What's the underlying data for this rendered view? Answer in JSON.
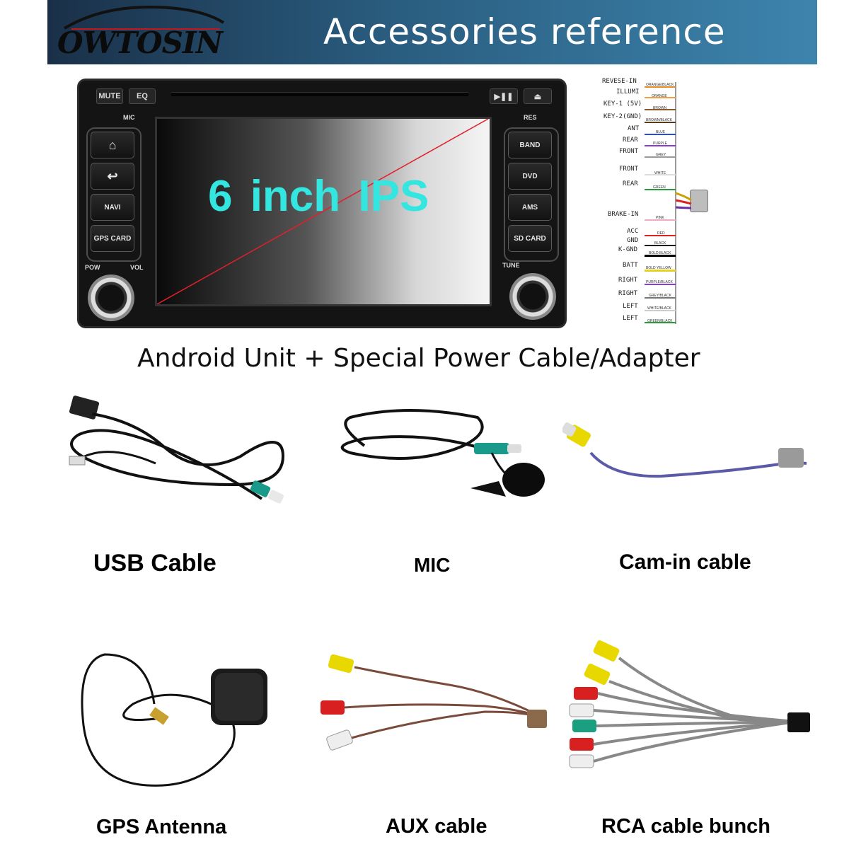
{
  "header": {
    "logo": "OWTOSIN",
    "title": "Accessories reference"
  },
  "unit": {
    "buttons_top": [
      "MUTE",
      "EQ"
    ],
    "label_mic": "MIC",
    "label_res": "RES",
    "left_buttons": [
      "NAVI",
      "GPS CARD"
    ],
    "right_buttons": [
      "BAND",
      "DVD",
      "AMS",
      "SD CARD"
    ],
    "label_pow": "POW",
    "label_vol": "VOL",
    "label_tune": "TUNE",
    "screen_text": "6 inch IPS"
  },
  "wiring": {
    "labels": [
      "REVESE-IN",
      "ILLUMI",
      "KEY-1 (5V)",
      "KEY-2(GND)",
      "ANT",
      "REAR",
      "FRONT",
      "FRONT",
      "REAR",
      "BRAKE-IN",
      "ACC",
      "GND",
      "K-GND",
      "BATT",
      "RIGHT",
      "RIGHT",
      "LEFT",
      "LEFT"
    ],
    "colors": [
      "ORANGE/BLACK",
      "ORANGE",
      "BROWN",
      "BROWN/BLACK",
      "BLUE",
      "PURPLE",
      "GREY",
      "WHITE",
      "GREEN",
      "PINK",
      "RED",
      "BLACK",
      "BOLD BLACK",
      "BOLD YELLOW",
      "PURPLE/BLACK",
      "GREY/BLACK",
      "WHITE/BLACK",
      "GREEN/BLACK"
    ]
  },
  "caption": "Android Unit + Special Power Cable/Adapter",
  "accessories": {
    "usb": "USB Cable",
    "mic": "MIC",
    "cam": "Cam-in cable",
    "gps": "GPS Antenna",
    "aux": "AUX cable",
    "rca": "RCA cable bunch"
  }
}
